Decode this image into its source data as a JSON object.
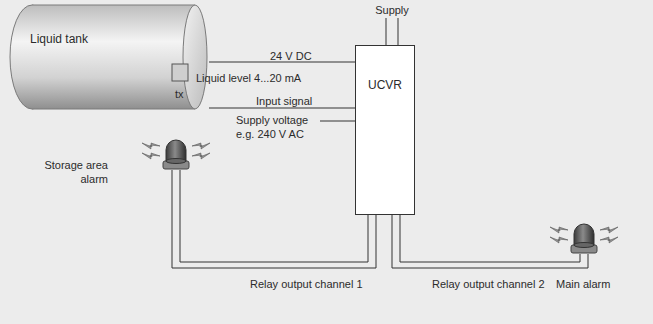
{
  "diagram": {
    "nodes": [
      {
        "text": [
          "Liquid tank"
        ]
      },
      {
        "text": [
          "UCVR"
        ]
      }
    ],
    "edges": [
      {
        "from": 0,
        "to": 1,
        "label": "24 V DC",
        "arrow": "none"
      },
      {
        "from": 0,
        "to": 1,
        "label": "Input signal",
        "arrow": "none"
      }
    ],
    "labels": [
      "Supply",
      "Liquid level 4...20 mA",
      "tx",
      "Supply voltage e.g. 240 V AC",
      "Storage area alarm",
      "Relay output channel 1",
      "Relay output channel 2",
      "Main alarm"
    ]
  }
}
